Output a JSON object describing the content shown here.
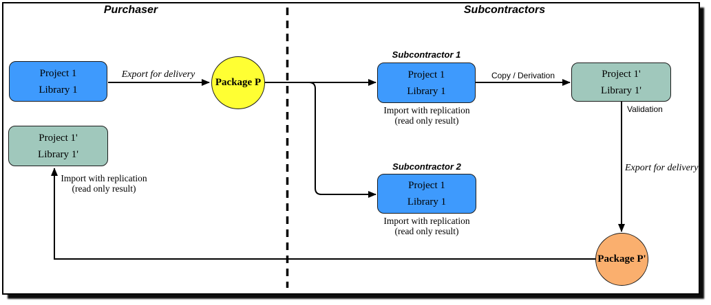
{
  "titles": {
    "purchaser": "Purchaser",
    "subcontractors": "Subcontractors"
  },
  "section_labels": {
    "subcontractor1": "Subcontractor 1",
    "subcontractor2": "Subcontractor 2"
  },
  "nodes": {
    "purchaser_project": {
      "line1": "Project 1",
      "line2": "Library 1"
    },
    "purchaser_result": {
      "line1": "Project 1'",
      "line2": "Library 1'"
    },
    "package_p": {
      "label": "Package P"
    },
    "sub1_project": {
      "line1": "Project 1",
      "line2": "Library 1"
    },
    "sub1_result": {
      "line1": "Project 1'",
      "line2": "Library 1'"
    },
    "sub2_project": {
      "line1": "Project 1",
      "line2": "Library 1"
    },
    "package_p_prime": {
      "label": "Package P'"
    }
  },
  "edge_labels": {
    "export_for_delivery": "Export for delivery",
    "copy_derivation": "Copy / Derivation",
    "validation": "Validation"
  },
  "notes": {
    "import_line1": "Import with replication",
    "import_line2": "(read only result)"
  },
  "colors": {
    "project_box": "#3E9AFD",
    "result_box": "#A0C8BC",
    "package_p": "#FFFF33",
    "package_p_prime": "#FAAF6E",
    "line": "#000000",
    "background": "#FFFFFF"
  }
}
